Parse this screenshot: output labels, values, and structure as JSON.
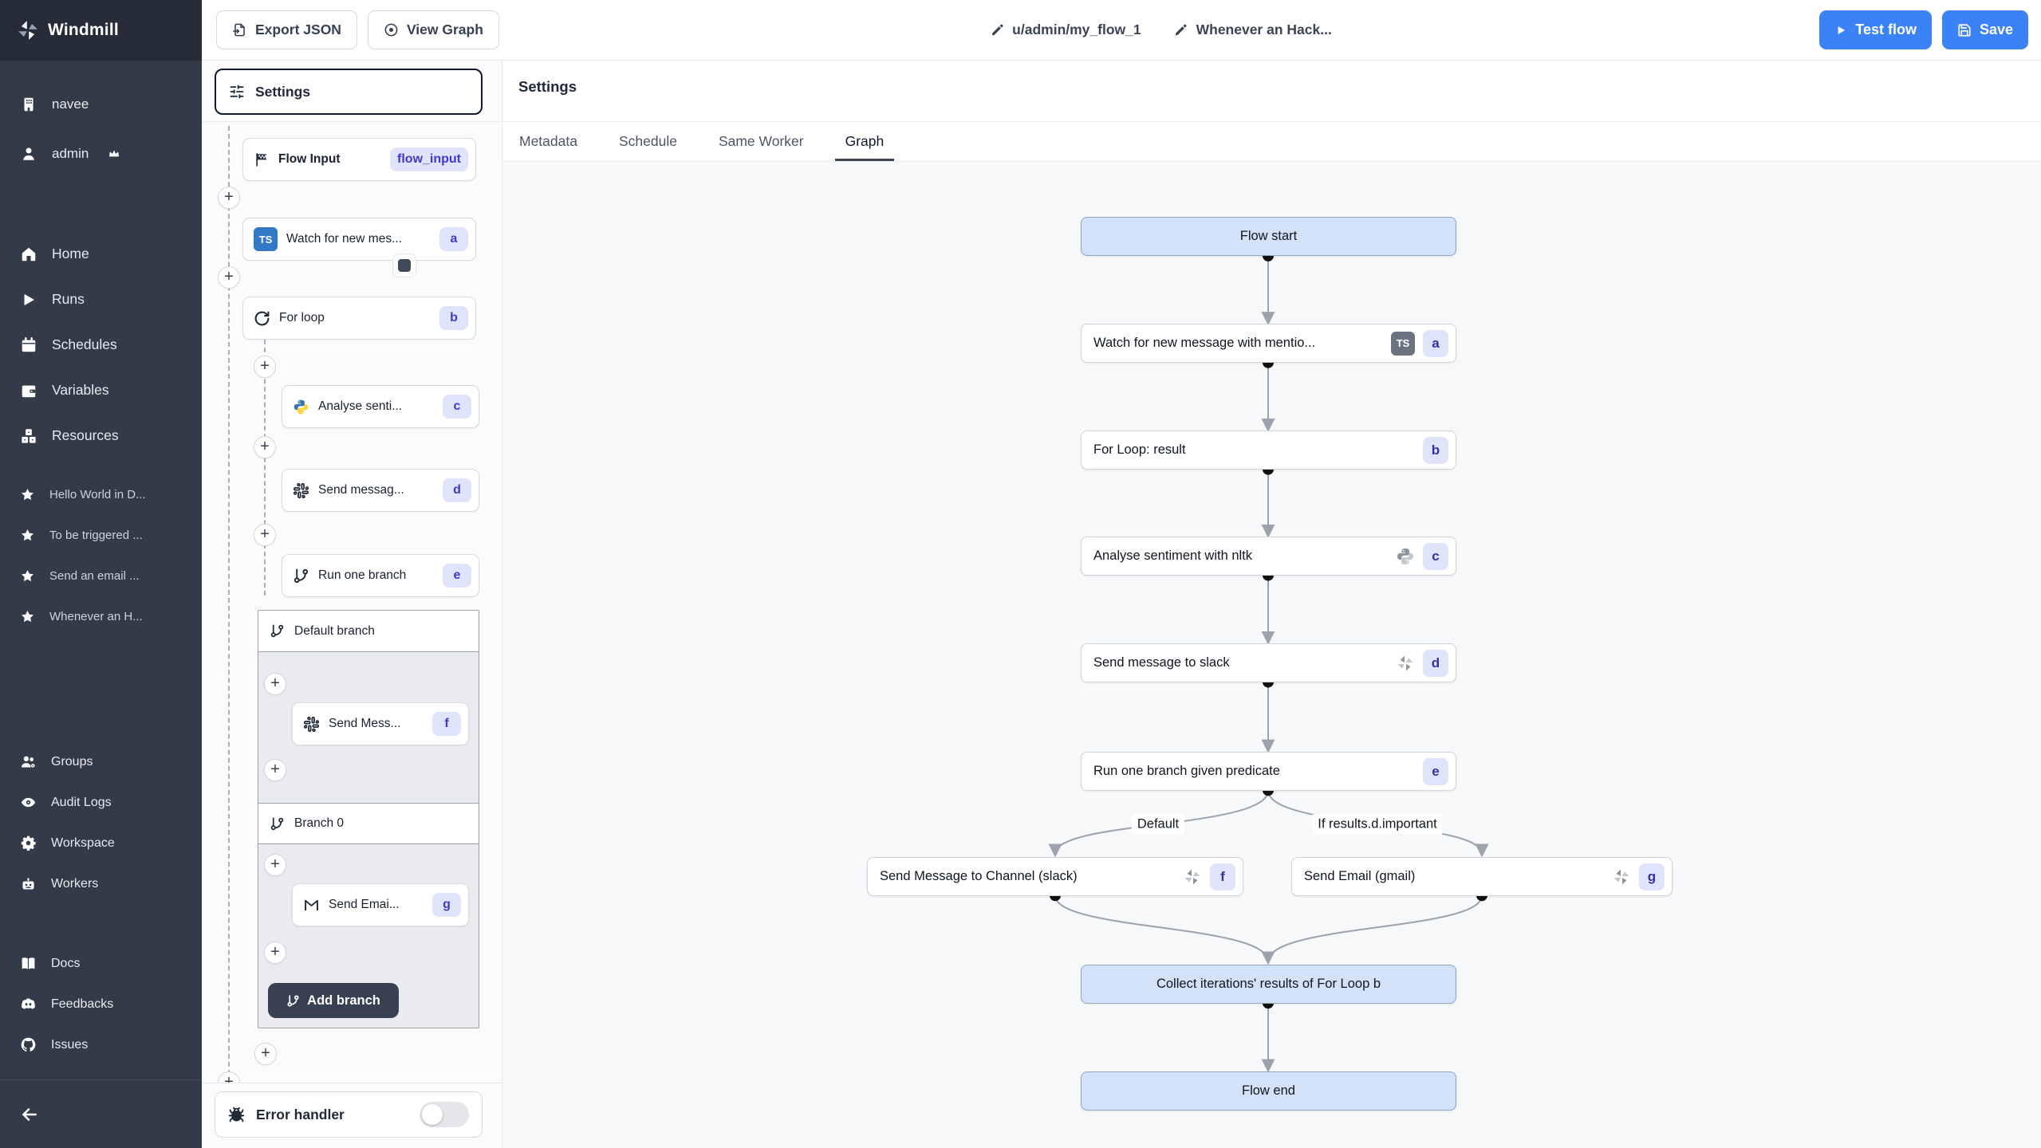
{
  "colors": {
    "accent": "#3b82f6",
    "sidebar_bg": "#333b49",
    "sidebar_top_bg": "#252b37",
    "badge_bg": "#dfe4fb",
    "badge_text": "#4338ca",
    "node_blue_bg": "#d3e2f8",
    "graph_bg": "#f7f8fa"
  },
  "brand": {
    "name": "Windmill"
  },
  "topbar": {
    "export_json_label": "Export JSON",
    "view_graph_label": "View Graph",
    "breadcrumb_path": "u/admin/my_flow_1",
    "breadcrumb_name": "Whenever an Hack...",
    "test_flow_label": "Test flow",
    "save_label": "Save"
  },
  "sidebar": {
    "workspace": "navee",
    "user": "admin",
    "nav": [
      {
        "label": "Home"
      },
      {
        "label": "Runs"
      },
      {
        "label": "Schedules"
      },
      {
        "label": "Variables"
      },
      {
        "label": "Resources"
      }
    ],
    "favorites": [
      {
        "label": "Hello World in D..."
      },
      {
        "label": "To be triggered ..."
      },
      {
        "label": "Send an email ..."
      },
      {
        "label": "Whenever an H..."
      }
    ],
    "admin_nav": [
      {
        "label": "Groups"
      },
      {
        "label": "Audit Logs"
      },
      {
        "label": "Workspace"
      },
      {
        "label": "Workers"
      }
    ],
    "links": [
      {
        "label": "Docs"
      },
      {
        "label": "Feedbacks"
      },
      {
        "label": "Issues"
      }
    ]
  },
  "flow_panel": {
    "settings_label": "Settings",
    "plus_label": "+",
    "flow_input": {
      "label": "Flow Input",
      "badge": "flow_input"
    },
    "steps": {
      "watch": {
        "label": "Watch for new mes...",
        "badge": "a"
      },
      "for_loop": {
        "label": "For loop",
        "badge": "b"
      },
      "analyse": {
        "label": "Analyse senti...",
        "badge": "c"
      },
      "send_message": {
        "label": "Send messag...",
        "badge": "d"
      },
      "run_branch": {
        "label": "Run one branch",
        "badge": "e"
      },
      "default_branch": {
        "label": "Default branch"
      },
      "send_mess_f": {
        "label": "Send Mess...",
        "badge": "f"
      },
      "branch_0": {
        "label": "Branch 0"
      },
      "send_email_g": {
        "label": "Send Emai...",
        "badge": "g"
      }
    },
    "add_branch_label": "Add branch",
    "error_handler_label": "Error handler",
    "ts_chip": "TS"
  },
  "main": {
    "title": "Settings",
    "tabs": [
      {
        "label": "Metadata"
      },
      {
        "label": "Schedule"
      },
      {
        "label": "Same Worker"
      },
      {
        "label": "Graph"
      }
    ],
    "active_tab": "Graph"
  },
  "graph": {
    "nodes": {
      "start": {
        "label": "Flow start"
      },
      "watch": {
        "label": "Watch for new message with mentio...",
        "badge": "a",
        "icon": "TS"
      },
      "for_loop": {
        "label": "For Loop: result",
        "badge": "b"
      },
      "analyse": {
        "label": "Analyse sentiment with nltk",
        "badge": "c",
        "icon": "python"
      },
      "send_slack": {
        "label": "Send message to slack",
        "badge": "d",
        "icon": "windmill"
      },
      "run_branch": {
        "label": "Run one branch given predicate",
        "badge": "e"
      },
      "branch_f": {
        "label": "Send Message to Channel (slack)",
        "badge": "f",
        "icon": "windmill"
      },
      "branch_g": {
        "label": "Send Email (gmail)",
        "badge": "g",
        "icon": "windmill"
      },
      "collect": {
        "label": "Collect iterations' results of For Loop b"
      },
      "end": {
        "label": "Flow end"
      }
    },
    "edge_labels": {
      "default": "Default",
      "predicate": "If results.d.important"
    }
  }
}
